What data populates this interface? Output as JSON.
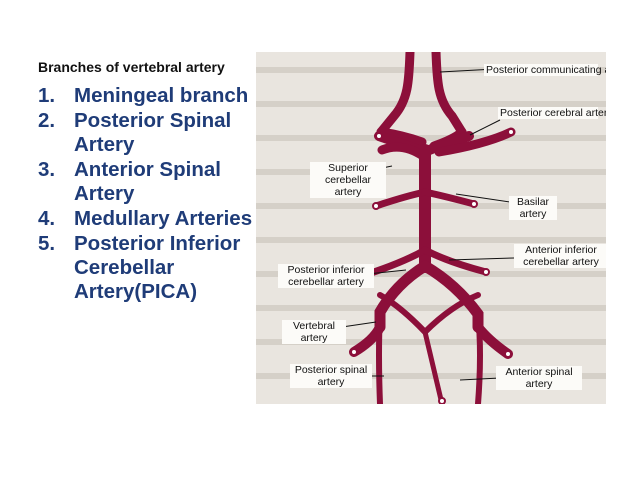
{
  "left_panel": {
    "subtitle": "Branches of vertebral artery",
    "items": [
      {
        "num": "1.",
        "label": "Meningeal branch"
      },
      {
        "num": "2.",
        "label": "Posterior Spinal Artery"
      },
      {
        "num": "3.",
        "label": "Anterior Spinal Artery"
      },
      {
        "num": "4.",
        "label": "Medullary Arteries"
      },
      {
        "num": "5.",
        "label": "Posterior Inferior Cerebellar Artery(PICA)"
      }
    ]
  },
  "figure": {
    "labels": {
      "posterior_communicating": "Posterior communicating artery",
      "posterior_cerebral": "Posterior cerebral artery",
      "superior_cerebellar": "Superior cerebellar artery",
      "basilar": "Basilar artery",
      "anterior_inferior_cerebellar": "Anterior inferior cerebellar artery",
      "posterior_inferior_cerebellar": "Posterior inferior cerebellar artery",
      "vertebral": "Vertebral artery",
      "posterior_spinal": "Posterior spinal artery",
      "anterior_spinal": "Anterior spinal artery"
    },
    "colors": {
      "artery": "#8c0f3a",
      "background": "#e9e5df",
      "label_bg": "#fcfbf8"
    }
  }
}
